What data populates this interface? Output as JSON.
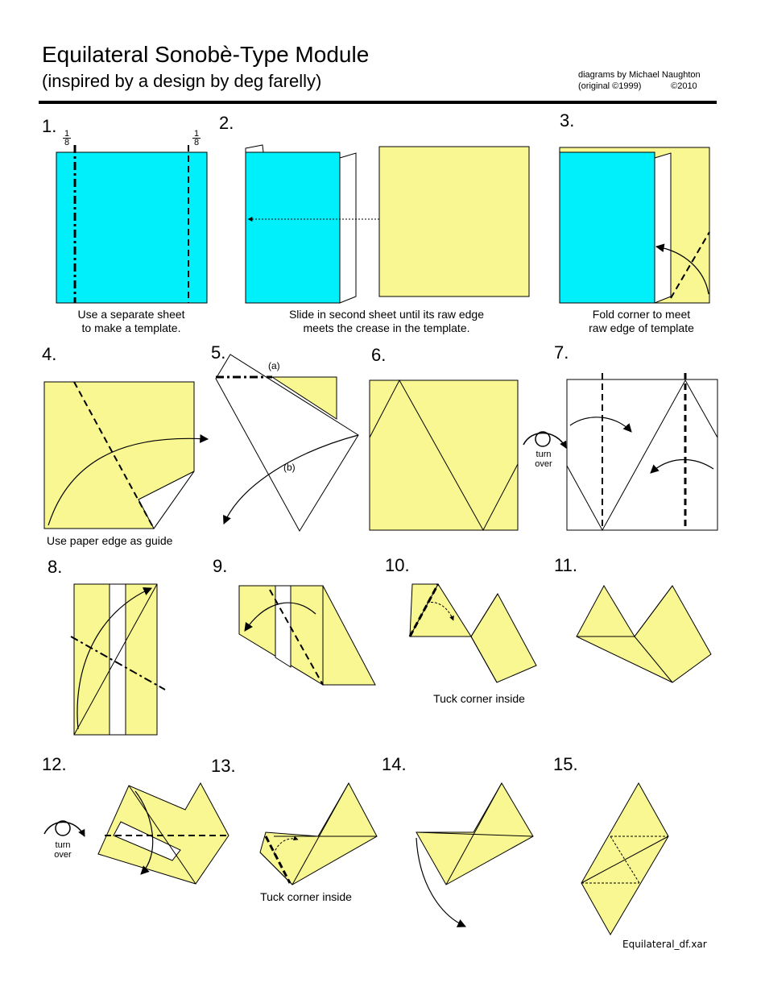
{
  "header": {
    "title": "Equilateral Sonobè-Type Module",
    "subtitle": "(inspired by a design by deg farelly)",
    "credit_line1": "diagrams by Michael Naughton",
    "credit_line2": "(original ©1999)            ©2010"
  },
  "colors": {
    "template": "#00f0fb",
    "paper": "#f8f792",
    "line": "#000000",
    "reverse": "#ffffff"
  },
  "fraction": {
    "numerator": "1",
    "denominator": "8"
  },
  "steps": [
    {
      "number": "1.",
      "caption_line1": "Use a separate sheet",
      "caption_line2": "to make a template."
    },
    {
      "number": "2.",
      "caption_line1": "Slide in second sheet until its raw edge",
      "caption_line2": "meets the crease in the template."
    },
    {
      "number": "3.",
      "caption_line1": "Fold corner to meet",
      "caption_line2": "raw edge of template"
    },
    {
      "number": "4.",
      "caption_line1": "Use paper edge as guide"
    },
    {
      "number": "5.",
      "label_a": "(a)",
      "label_b": "(b)"
    },
    {
      "number": "6."
    },
    {
      "number": "7.",
      "turn_line1": "turn",
      "turn_line2": "over"
    },
    {
      "number": "8."
    },
    {
      "number": "9."
    },
    {
      "number": "10.",
      "caption_line1": "Tuck corner inside"
    },
    {
      "number": "11."
    },
    {
      "number": "12.",
      "turn_line1": "turn",
      "turn_line2": "over"
    },
    {
      "number": "13.",
      "caption_line1": "Tuck corner inside"
    },
    {
      "number": "14."
    },
    {
      "number": "15."
    }
  ],
  "footer": {
    "filename": "Equilateral_df.xar"
  }
}
